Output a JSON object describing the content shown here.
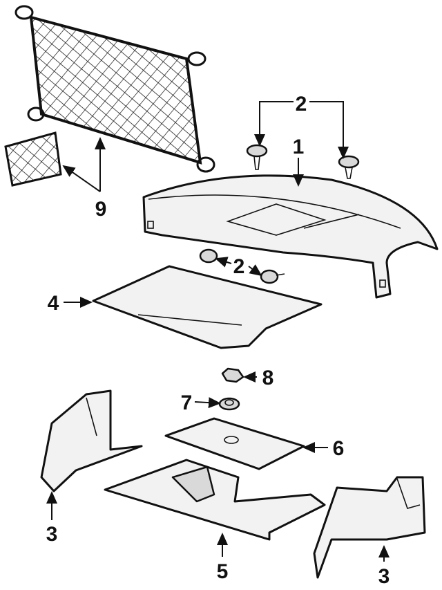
{
  "callouts": {
    "c1": "1",
    "c2_top": "2",
    "c2_mid": "2",
    "c3_left": "3",
    "c3_right": "3",
    "c4": "4",
    "c5": "5",
    "c6": "6",
    "c7": "7",
    "c8": "8",
    "c9": "9"
  }
}
